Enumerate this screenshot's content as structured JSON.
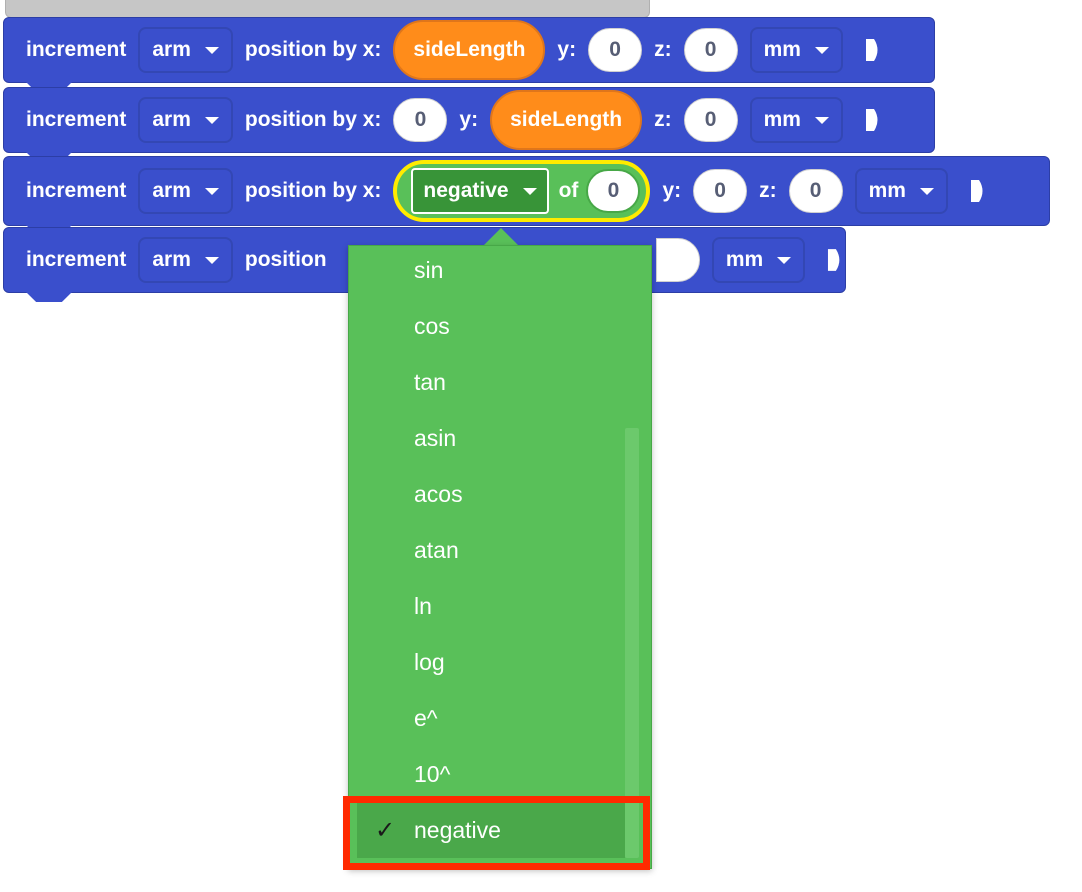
{
  "blocks": [
    {
      "label_increment": "increment",
      "target": "arm",
      "label_position": "position by x:",
      "x": "sideLength",
      "label_y": "y:",
      "y": "0",
      "label_z": "z:",
      "z": "0",
      "unit": "mm"
    },
    {
      "label_increment": "increment",
      "target": "arm",
      "label_position": "position by x:",
      "x": "0",
      "label_y": "y:",
      "y": "sideLength",
      "label_z": "z:",
      "z": "0",
      "unit": "mm"
    },
    {
      "label_increment": "increment",
      "target": "arm",
      "label_position": "position by x:",
      "math_op": "negative",
      "math_of": "of",
      "math_value": "0",
      "label_y": "y:",
      "y": "0",
      "label_z": "z:",
      "z": "0",
      "unit": "mm"
    },
    {
      "label_increment": "increment",
      "target": "arm",
      "label_position": "position",
      "unit": "mm"
    }
  ],
  "dropdown": {
    "items": [
      "sin",
      "cos",
      "tan",
      "asin",
      "acos",
      "atan",
      "ln",
      "log",
      "e^",
      "10^",
      "negative"
    ],
    "selected": "negative",
    "check": "✓"
  },
  "colors": {
    "motion_block": "#3a4fcc",
    "variable": "#ff8c1a",
    "operator": "#59c059",
    "highlight": "#ff2a00",
    "selection_outline": "#ffeb00"
  }
}
